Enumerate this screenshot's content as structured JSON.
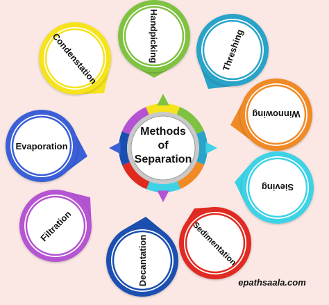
{
  "center": {
    "lines": [
      "Methods",
      "of",
      "Separation"
    ]
  },
  "methods": [
    {
      "label": "Condenstation",
      "color": "#f6e31d"
    },
    {
      "label": "Handpicking",
      "color": "#7fc241"
    },
    {
      "label": "Threshing",
      "color": "#2aa3c9"
    },
    {
      "label": "Winnowing",
      "color": "#f08a26"
    },
    {
      "label": "Sieving",
      "color": "#3dd2e6"
    },
    {
      "label": "Sedimentation",
      "color": "#e02a20"
    },
    {
      "label": "Decantation",
      "color": "#1a4fb0"
    },
    {
      "label": "Filtration",
      "color": "#b554d2"
    },
    {
      "label": "Evaporation",
      "color": "#3a5fd6"
    }
  ],
  "watermark": "epathsaala.com",
  "ring_colors": [
    "#f6e31d",
    "#7fc241",
    "#2aa3c9",
    "#f08a26",
    "#3dd2e6",
    "#e02a20",
    "#1a4fb0",
    "#b554d2"
  ]
}
